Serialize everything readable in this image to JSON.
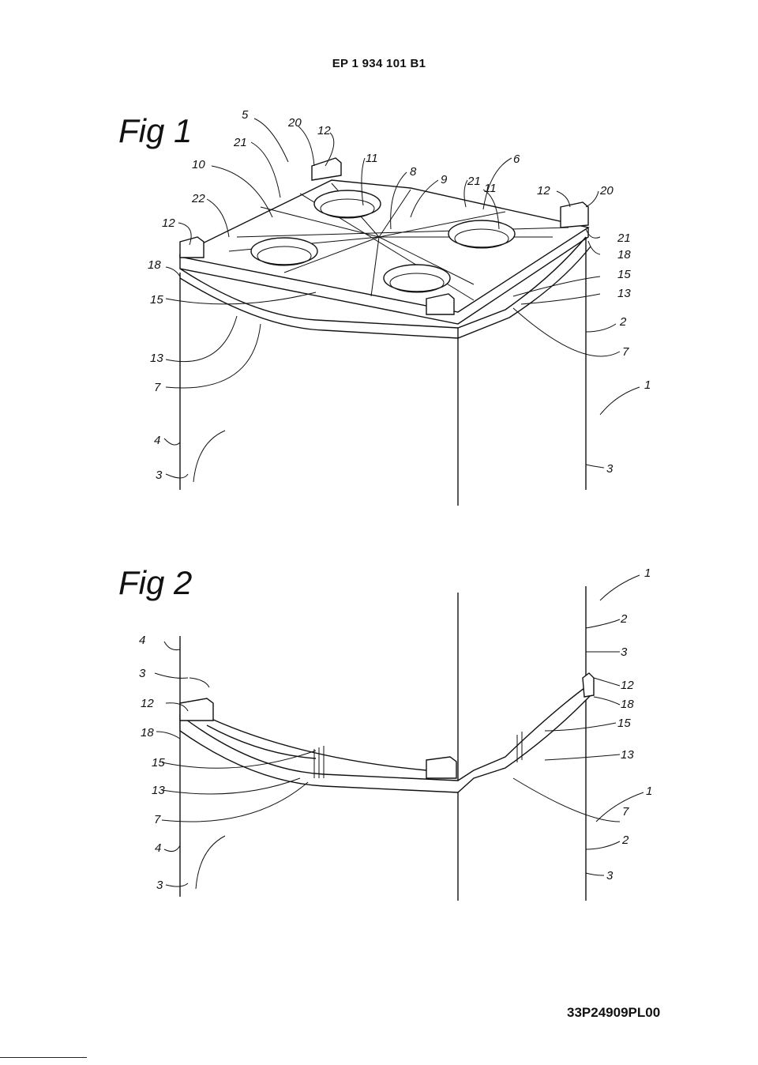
{
  "header": {
    "patent_number": "EP 1 934 101 B1"
  },
  "figures": [
    {
      "title": "Fig 1",
      "ref_labels": [
        "5",
        "20",
        "12",
        "21",
        "10",
        "11",
        "8",
        "9",
        "21",
        "6",
        "11",
        "12",
        "20",
        "22",
        "12",
        "21",
        "18",
        "18",
        "15",
        "15",
        "13",
        "2",
        "13",
        "7",
        "7",
        "1",
        "4",
        "3",
        "3"
      ]
    },
    {
      "title": "Fig 2",
      "ref_labels": [
        "1",
        "2",
        "4",
        "3",
        "3",
        "12",
        "12",
        "18",
        "18",
        "15",
        "15",
        "13",
        "13",
        "1",
        "7",
        "7",
        "4",
        "2",
        "3",
        "3"
      ]
    }
  ],
  "footer": {
    "document_code": "33P24909PL00"
  }
}
